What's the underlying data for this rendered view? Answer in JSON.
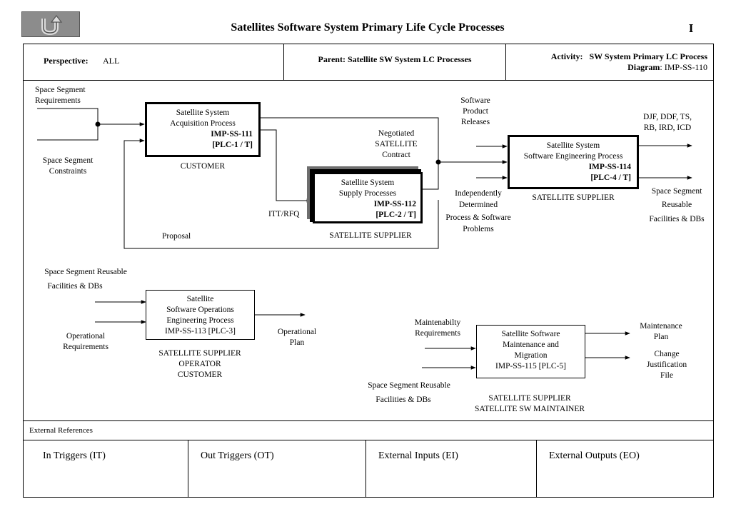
{
  "header": {
    "title": "Satellites Software System Primary Life Cycle Processes",
    "page_label": "I",
    "perspective_label": "Perspective:",
    "perspective_value": "ALL",
    "parent_text": "Parent: Satellite  SW System  LC Processes",
    "activity_label": "Activity:",
    "activity_value": "SW System Primary  LC  Process",
    "diagram_label": "Diagram",
    "diagram_value": ": IMP-SS-110"
  },
  "nav": {
    "up_button_icon": "u-turn-up-arrow-icon"
  },
  "processes": {
    "p111": {
      "line1": "Satellite System",
      "line2": "Acquisition Process",
      "id": "IMP-SS-111",
      "code": "[PLC-1 / T]",
      "actor": "CUSTOMER"
    },
    "p112": {
      "line1": "Satellite System",
      "line2": "Supply Processes",
      "id": "IMP-SS-112",
      "code": "[PLC-2 / T]",
      "actor": "SATELLITE SUPPLIER"
    },
    "p114": {
      "line1": "Satellite System",
      "line2": "Software  Engineering Process",
      "id": "IMP-SS-114",
      "code": "[PLC-4 / T]",
      "actor": "SATELLITE  SUPPLIER"
    },
    "p113": {
      "line1": "Satellite",
      "line2": "Software Operations",
      "line3": "Engineering Process",
      "id": "IMP-SS-113 [PLC-3]",
      "actor1": "SATELLITE SUPPLIER",
      "actor2": "OPERATOR",
      "actor3": "CUSTOMER"
    },
    "p115": {
      "line1": "Satellite Software",
      "line2": "Maintenance and",
      "line3": "Migration",
      "id": "IMP-SS-115 [PLC-5]",
      "actor1": "SATELLITE SUPPLIER",
      "actor2": "SATELLITE SW MAINTAINER"
    }
  },
  "labels": {
    "ssr1": "Space Segment",
    "ssr2": "Requirements",
    "ssc1": "Space Segment",
    "ssc2": "Constraints",
    "neg1": "Negotiated",
    "neg2": "SATELLITE",
    "neg3": "Contract",
    "itt": "ITT/RFQ",
    "proposal": "Proposal",
    "spr1": "Software",
    "spr2": "Product",
    "spr3": "Releases",
    "idp1": "Independently",
    "idp2": "Determined",
    "idp3": "Process & Software",
    "idp4": "Problems",
    "djf1": "DJF, DDF, TS,",
    "djf2": "RB, IRD, ICD",
    "ssrf1": "Space Segment",
    "ssrf2": "Reusable",
    "ssrf3": "Facilities & DBs",
    "ssrf_ops1": "Space Segment Reusable",
    "ssrf_ops2": "Facilities & DBs",
    "opreq1": "Operational",
    "opreq2": "Requirements",
    "opplan1": "Operational",
    "opplan2": "Plan",
    "maintreq1": "Maintenabilty",
    "maintreq2": "Requirements",
    "ssrf_m1": "Space Segment Reusable",
    "ssrf_m2": "Facilities & DBs",
    "mplan1": "Maintenance",
    "mplan2": "Plan",
    "cjf1": "Change",
    "cjf2": "Justification",
    "cjf3": "File"
  },
  "external": {
    "title": "External References",
    "in_triggers": "In Triggers (IT)",
    "out_triggers": "Out Triggers (OT)",
    "ext_inputs": "External Inputs (EI)",
    "ext_outputs": "External Outputs (EO)"
  }
}
